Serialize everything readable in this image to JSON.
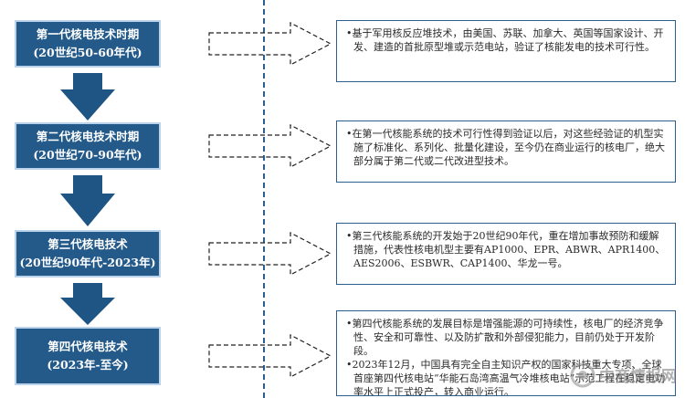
{
  "generations": [
    {
      "title": "第一代核电技术时期",
      "period": "(20世纪50-60年代)"
    },
    {
      "title": "第二代核电技术时期",
      "period": "(20世纪70-90年代)"
    },
    {
      "title": "第三代核电技术",
      "period": "(20世纪90年代-2023年)"
    },
    {
      "title": "第四代核电技术",
      "period": "(2023年-至今)"
    }
  ],
  "descriptions": [
    [
      "•基于军用核反应堆技术，由美国、苏联、加拿大、英国等国家设计、开发、建造的首批原型堆或示范电站，验证了核能发电的技术可行性。"
    ],
    [
      "•在第一代核能系统的技术可行性得到验证以后，对这些经验证的机型实施了标准化、系列化、批量化建设，至今仍在商业运行的核电厂，绝大部分属于第二代或二代改进型技术。"
    ],
    [
      "•第三代核能系统的开发始于20世纪90年代，重在增加事故预防和缓解措施，代表性核电机型主要有AP1000、EPR、ABWR、APR1400、AES2006、ESBWR、CAP1400、华龙一号。"
    ],
    [
      "•第四代核能系统的发展目标是增强能源的可持续性，核电厂的经济竞争性、安全和可靠性、以及防扩散和外部侵犯能力，目前仍处于开发阶段。",
      "•2023年12月，中国具有完全自主知识产权的国家科技重大专项、全球首座第四代核电站“华能石岛湾高温气冷堆核电站”示范工程在稳定电功率水平上正式投产，转入商业运行。"
    ]
  ],
  "colors": {
    "box_fill": "#235a8a",
    "box_border": "#b9d3ea",
    "arrow_fill": "#1f5584",
    "line": "#2b5f8f"
  },
  "watermark": {
    "text": "中商情报网"
  }
}
